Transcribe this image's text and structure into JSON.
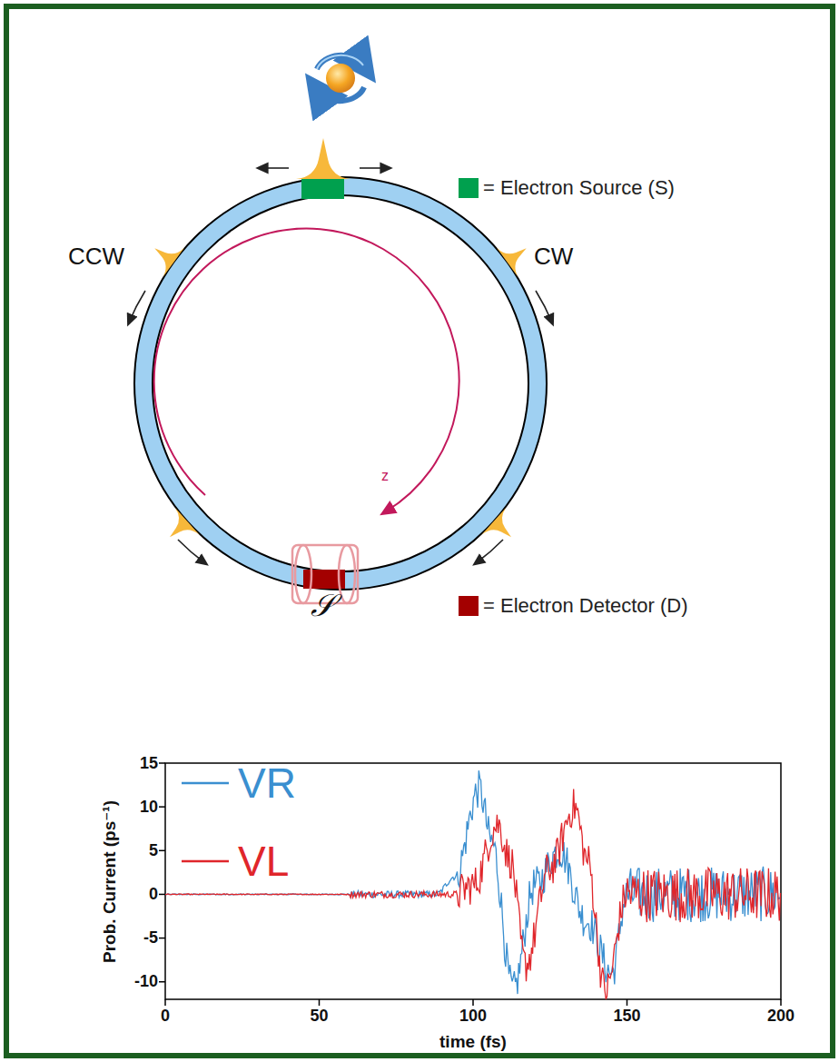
{
  "diagram": {
    "labels": [
      "CCW",
      "CW",
      "z",
      "𝒮",
      "Prob. Current (ps⁻¹)",
      "15",
      "10",
      "5",
      "0",
      "-5",
      "-10",
      "0",
      "50",
      "100",
      "150",
      "200",
      "time (fs)"
    ],
    "legend": [
      {
        "text": "= Electron Source (S)",
        "color": "#00a04e"
      },
      {
        "text": "= Electron Detector (D)",
        "color": "#a30000"
      },
      {
        "text": "VR"
      },
      {
        "text": "VL"
      }
    ]
  }
}
